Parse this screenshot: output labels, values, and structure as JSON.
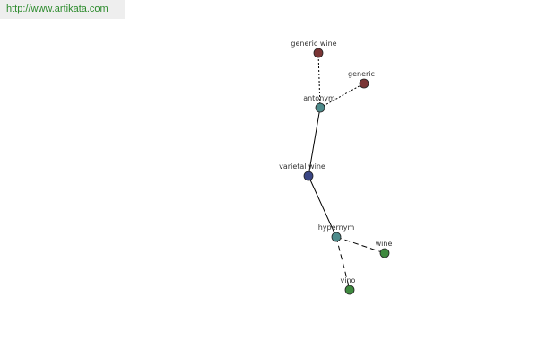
{
  "source": {
    "url": "http://www.artikata.com",
    "color": "#2b8a2b"
  },
  "graph": {
    "label_color": "#333333",
    "edge_color": "#000000",
    "node_stroke": "#222222",
    "nodes": [
      {
        "id": "generic-wine",
        "label": "generic wine",
        "color": "#7a3535"
      },
      {
        "id": "generic",
        "label": "generic",
        "color": "#7a3535"
      },
      {
        "id": "antonym",
        "label": "antonym",
        "color": "#4d8b8b"
      },
      {
        "id": "varietal-wine",
        "label": "varietal wine",
        "color": "#3a4684"
      },
      {
        "id": "hypernym",
        "label": "hypernym",
        "color": "#4d8b8b"
      },
      {
        "id": "wine",
        "label": "wine",
        "color": "#3f8a3f"
      },
      {
        "id": "vino",
        "label": "vino",
        "color": "#3f8a3f"
      }
    ],
    "edges": [
      {
        "from": "antonym",
        "to": "generic-wine",
        "style": "dotted"
      },
      {
        "from": "antonym",
        "to": "generic",
        "style": "dotted"
      },
      {
        "from": "varietal-wine",
        "to": "antonym",
        "style": "solid"
      },
      {
        "from": "varietal-wine",
        "to": "hypernym",
        "style": "solid"
      },
      {
        "from": "hypernym",
        "to": "wine",
        "style": "dashed"
      },
      {
        "from": "hypernym",
        "to": "vino",
        "style": "dashed"
      }
    ]
  }
}
